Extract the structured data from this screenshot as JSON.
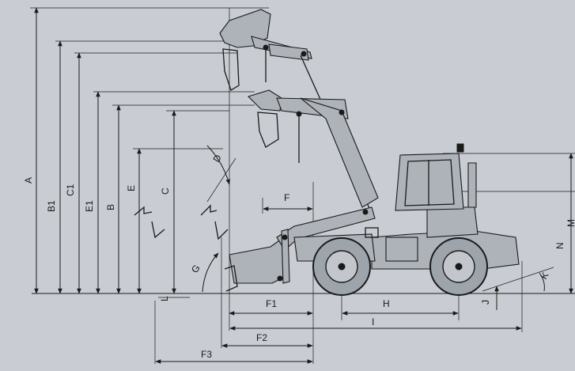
{
  "colors": {
    "background": "#c9cdd3",
    "line": "#1a1a1a",
    "fill": "#aeb3ba"
  },
  "labels": {
    "A": "A",
    "B1": "B1",
    "C1": "C1",
    "E1": "E1",
    "B": "B",
    "E": "E",
    "C": "C",
    "D": "D",
    "F": "F",
    "G": "G",
    "F1": "F1",
    "F2": "F2",
    "F3": "F3",
    "H": "H",
    "I": "I",
    "J": "J",
    "K": "K",
    "L": "L",
    "M": "M",
    "N": "N"
  }
}
